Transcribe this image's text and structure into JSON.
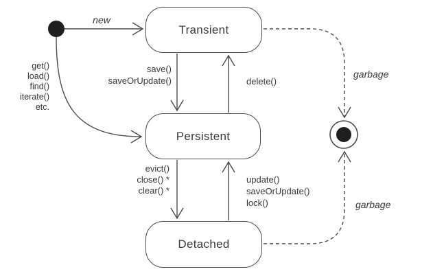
{
  "diagram": {
    "type": "uml-state-diagram",
    "colors": {
      "stroke": "#4a4a4a",
      "text": "#383838",
      "node_fill": "#1f1f1f",
      "background": "#ffffff"
    }
  },
  "states": {
    "transient": {
      "label": "Transient"
    },
    "persistent": {
      "label": "Persistent"
    },
    "detached": {
      "label": "Detached"
    }
  },
  "transitions": {
    "new": {
      "label": "new"
    },
    "load_methods": {
      "label": "get()\nload()\nfind()\niterate()\netc."
    },
    "save": {
      "label": "save()\nsaveOrUpdate()"
    },
    "delete": {
      "label": "delete()"
    },
    "evict": {
      "label": "evict()\nclose() *\nclear() *"
    },
    "update": {
      "label": "update()\nsaveOrUpdate()\nlock()"
    },
    "garbage_top": {
      "label": "garbage"
    },
    "garbage_bottom": {
      "label": "garbage"
    }
  }
}
